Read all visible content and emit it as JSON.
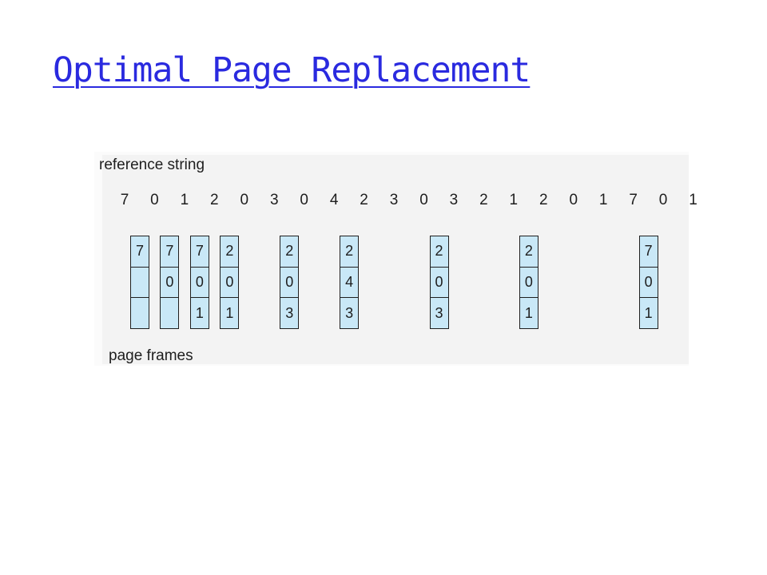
{
  "title": "Optimal Page Replacement",
  "diagram": {
    "reference_label": "reference string",
    "frames_label": "page frames",
    "reference_string": [
      "7",
      "0",
      "1",
      "2",
      "0",
      "3",
      "0",
      "4",
      "2",
      "3",
      "0",
      "3",
      "2",
      "1",
      "2",
      "0",
      "1",
      "7",
      "0",
      "1"
    ],
    "frame_snapshots": [
      {
        "ref_index": 0,
        "frames": [
          "7",
          "",
          ""
        ]
      },
      {
        "ref_index": 1,
        "frames": [
          "7",
          "0",
          ""
        ]
      },
      {
        "ref_index": 2,
        "frames": [
          "7",
          "0",
          "1"
        ]
      },
      {
        "ref_index": 3,
        "frames": [
          "2",
          "0",
          "1"
        ]
      },
      {
        "ref_index": 5,
        "frames": [
          "2",
          "0",
          "3"
        ]
      },
      {
        "ref_index": 7,
        "frames": [
          "2",
          "4",
          "3"
        ]
      },
      {
        "ref_index": 10,
        "frames": [
          "2",
          "0",
          "3"
        ]
      },
      {
        "ref_index": 13,
        "frames": [
          "2",
          "0",
          "1"
        ]
      },
      {
        "ref_index": 17,
        "frames": [
          "7",
          "0",
          "1"
        ]
      }
    ],
    "frame_fill_color": "#c9e8f7",
    "title_color": "#2a2adf"
  }
}
